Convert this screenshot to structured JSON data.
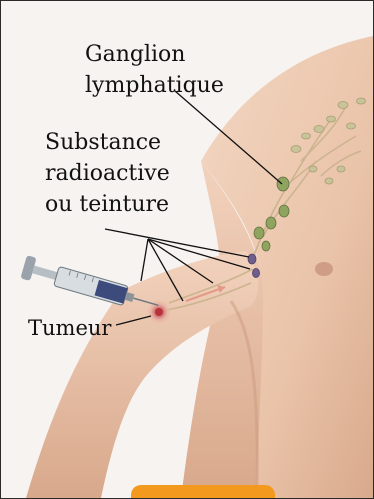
{
  "labels": {
    "ganglion_line1": "Ganglion",
    "ganglion_line2": "lymphatique",
    "substance_line1": "Substance",
    "substance_line2": "radioactive",
    "substance_line3": "ou teinture",
    "tumeur": "Tumeur"
  },
  "colors": {
    "skin": "#eecbb3",
    "skin_shadow": "#d9a98c",
    "lymph_vessel": "#c9b28c",
    "lymph_node": "#b9c48a",
    "dye_node": "#6f5d8c",
    "tab": "#f39a1e"
  }
}
